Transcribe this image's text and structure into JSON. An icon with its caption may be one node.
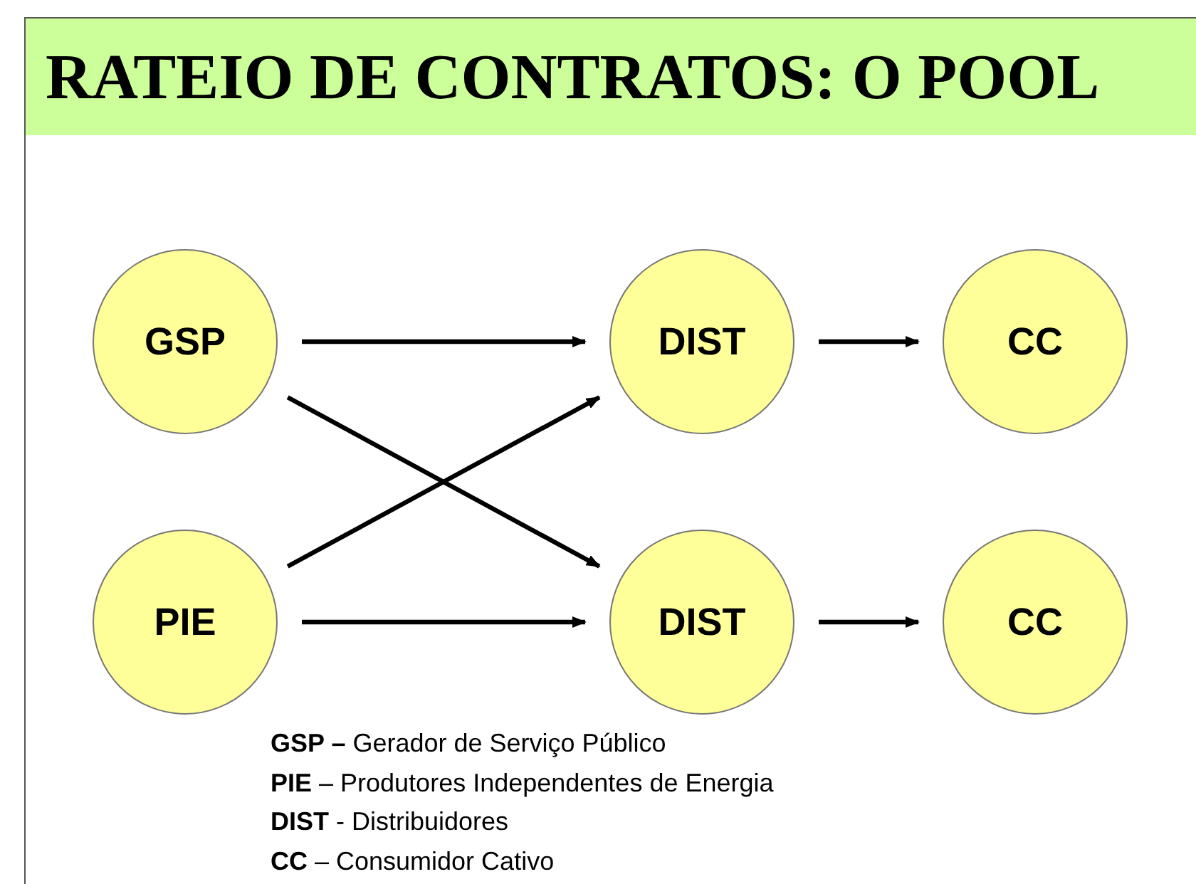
{
  "diagram": {
    "title": "RATEIO DE CONTRATOS: O POOL",
    "nodes": [
      {
        "text": [
          "GSP"
        ]
      },
      {
        "text": [
          "DIST"
        ]
      },
      {
        "text": [
          "CC"
        ]
      },
      {
        "text": [
          "PIE"
        ]
      },
      {
        "text": [
          "DIST"
        ]
      },
      {
        "text": [
          "CC"
        ]
      }
    ],
    "edges": [
      {
        "from": 0,
        "to": 1,
        "arrow": "to"
      },
      {
        "from": 1,
        "to": 2,
        "arrow": "to"
      },
      {
        "from": 0,
        "to": 4,
        "arrow": "to"
      },
      {
        "from": 3,
        "to": 1,
        "arrow": "to"
      },
      {
        "from": 3,
        "to": 4,
        "arrow": "to"
      },
      {
        "from": 4,
        "to": 5,
        "arrow": "to"
      }
    ],
    "labels": [
      "**GSP –** Gerador de Serviço Público",
      "**PIE** – Produtores Independentes de Energia",
      "**DIST** - Distribuidores",
      "**CC** – Consumidor Cativo"
    ]
  }
}
